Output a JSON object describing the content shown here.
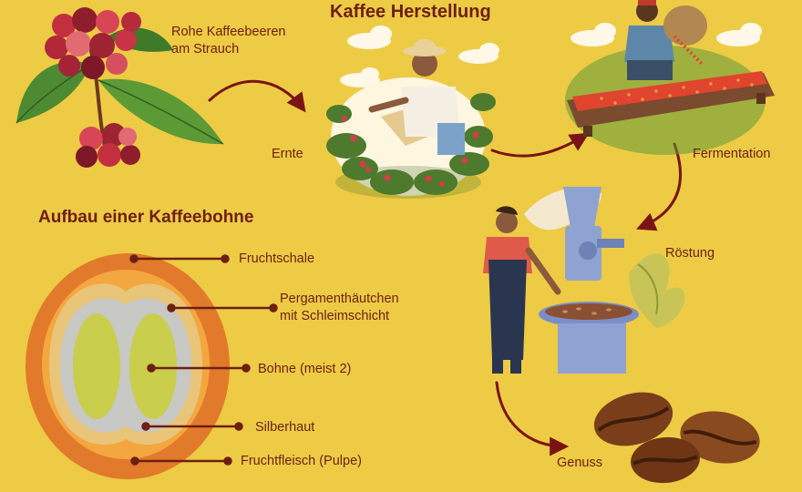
{
  "header": {
    "title": "Kaffee Herstellung"
  },
  "process": {
    "step1": [
      "Rohe Kaffeebeeren",
      "am Strauch"
    ],
    "step2": "Ernte",
    "step3": "Fermentation",
    "step4": "Röstung",
    "step5": "Genuss"
  },
  "bean": {
    "title": "Aufbau einer Kaffeebohne",
    "layers": {
      "fruchtschale": "Fruchtschale",
      "pergament": [
        "Pergamenthäutchen",
        "mit Schleimschicht"
      ],
      "bohne": "Bohne (meist 2)",
      "silberhaut": "Silberhaut",
      "fruchtfleisch": "Fruchtfleisch (Pulpe)"
    }
  },
  "colors": {
    "background": "#EDCB45",
    "text": "#6E1E12",
    "arrow": "#7A1414",
    "skin": "#E27A2C",
    "pulp": "#F3A73E",
    "parchment": "#E9C57A",
    "silverskin": "#C8C8C4",
    "bean": "#C9CE4C",
    "leaf": "#4E8A32"
  }
}
